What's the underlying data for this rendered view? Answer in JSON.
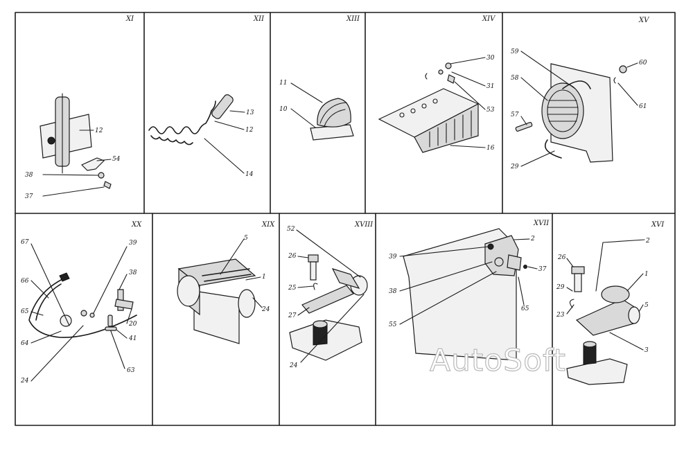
{
  "panels": [
    {
      "numeral": "XI",
      "labels": [
        "12",
        "54",
        "38",
        "37"
      ]
    },
    {
      "numeral": "XII",
      "labels": [
        "13",
        "12",
        "14"
      ]
    },
    {
      "numeral": "XIII",
      "labels": [
        "11",
        "10"
      ]
    },
    {
      "numeral": "XIV",
      "labels": [
        "30",
        "31",
        "53",
        "16"
      ]
    },
    {
      "numeral": "XV",
      "labels": [
        "59",
        "58",
        "57",
        "29",
        "60",
        "61"
      ]
    },
    {
      "numeral": "XX",
      "labels": [
        "67",
        "39",
        "38",
        "66",
        "65",
        "20",
        "41",
        "64",
        "24",
        "63"
      ]
    },
    {
      "numeral": "XIX",
      "labels": [
        "5",
        "1",
        "24"
      ]
    },
    {
      "numeral": "XVIII",
      "labels": [
        "52",
        "26",
        "25",
        "27",
        "24"
      ]
    },
    {
      "numeral": "XVII",
      "labels": [
        "39",
        "2",
        "37",
        "38",
        "65",
        "55"
      ]
    },
    {
      "numeral": "XVI",
      "labels": [
        "2",
        "26",
        "1",
        "29",
        "23",
        "5",
        "3"
      ]
    }
  ],
  "watermark": "AutoSoft",
  "colors": {
    "ink": "#1a1a1a",
    "paper": "#ffffff",
    "watermark_outline": "#b8b8b8"
  }
}
